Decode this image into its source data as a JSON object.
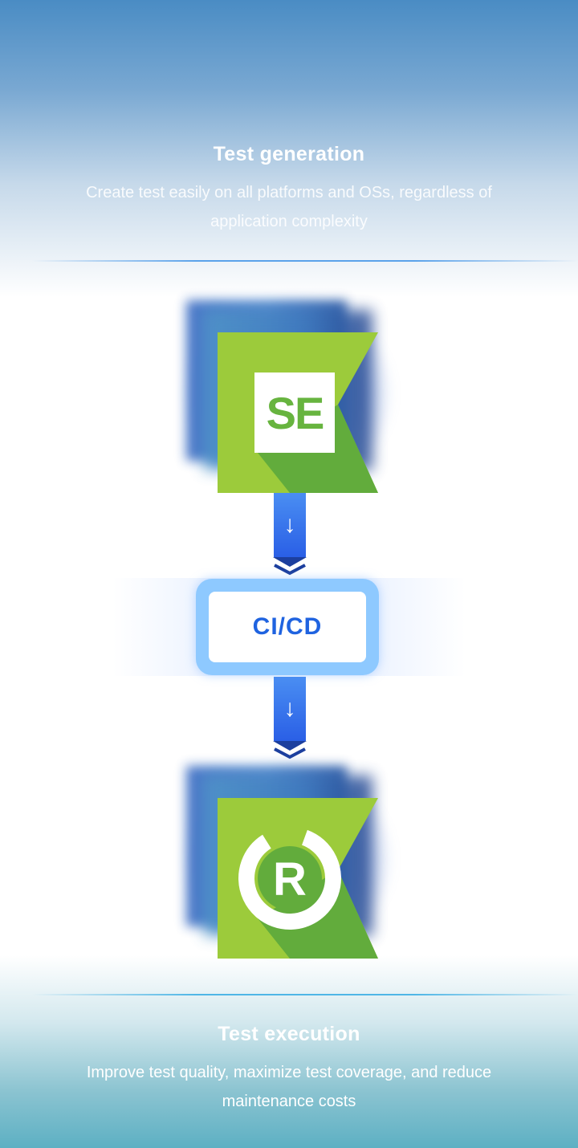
{
  "top": {
    "title": "Test generation",
    "description": "Create test easily on all platforms and OSs, regardless of application complexity"
  },
  "middle": {
    "logo_se_text": "SE",
    "cicd_label": "CI/CD",
    "arrow_glyph": "↓",
    "logo_r_text": "R"
  },
  "bottom": {
    "title": "Test execution",
    "description": "Improve test quality, maximize test coverage, and reduce maintenance costs"
  },
  "colors": {
    "green_primary": "#8dc63f",
    "green_dark": "#62ac3c",
    "arrow_blue": "#2a5fe6",
    "cicd_text": "#1f63e0",
    "cicd_border": "#8ec9ff"
  },
  "icons": [
    "se-logo-icon",
    "arrow-down-icon",
    "chevron-down-icon",
    "r-logo-icon"
  ]
}
